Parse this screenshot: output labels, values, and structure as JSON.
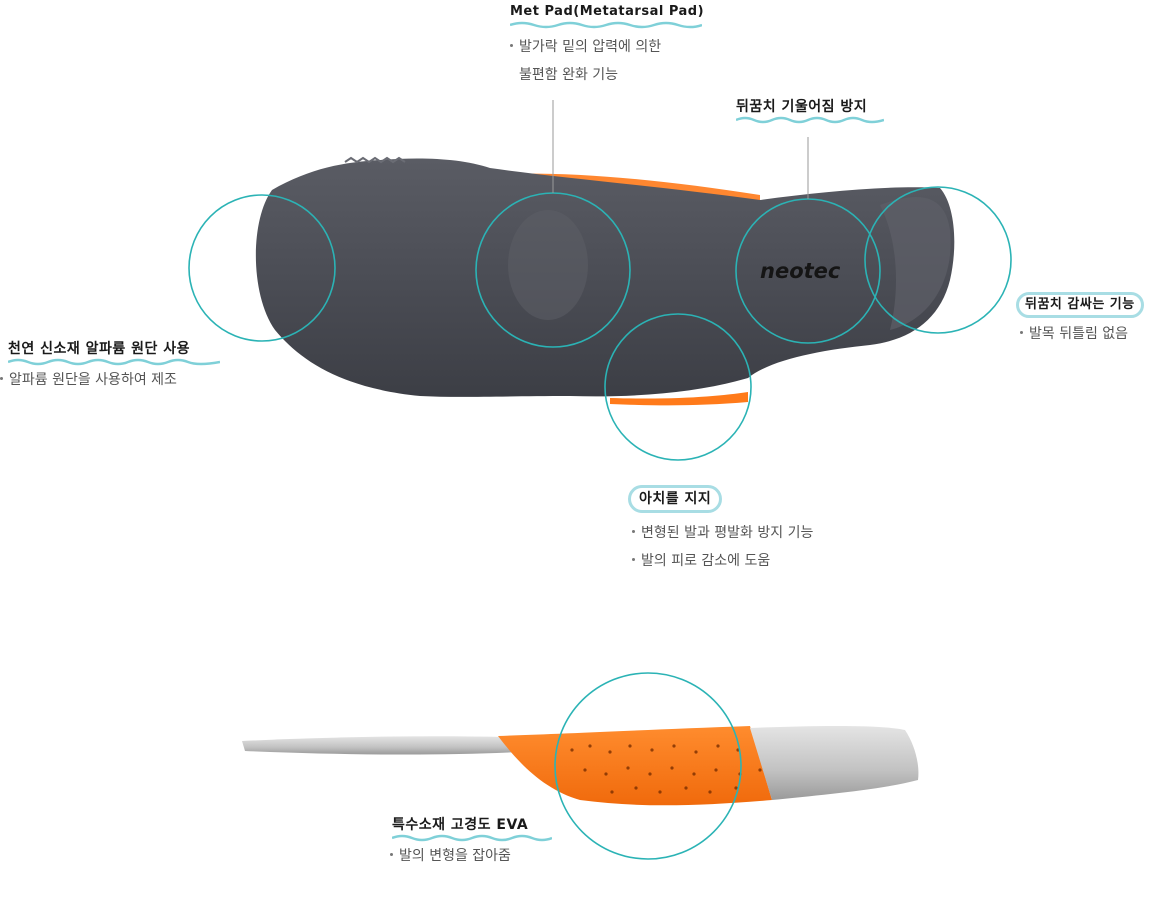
{
  "brand": {
    "logo_text": "neotec"
  },
  "colors": {
    "insole_grey": "#4e5058",
    "insole_dark": "#3d3f46",
    "accent_orange": "#ff7a1a",
    "callout_teal": "#2bb3b5",
    "wave_teal": "#7fd0d8",
    "shell_grey": "#c9c9c9"
  },
  "callouts": {
    "met_pad": {
      "title": "Met Pad(Metatarsal Pad)",
      "lines": [
        "발가락 밑의 압력에 의한",
        "불편함 완화 기능"
      ]
    },
    "heel_tilt": {
      "title": "뒤꿈치 기울어짐 방지"
    },
    "natural_material": {
      "title": "천연 신소재 알파륨 원단 사용",
      "lines": [
        "알파륨 원단을 사용하여 제조"
      ]
    },
    "heel_wrap": {
      "title": "뒤꿈치 감싸는 기능",
      "lines": [
        "발목 뒤틀림 없음"
      ]
    },
    "arch_support": {
      "title": "아치를 지지",
      "lines": [
        "변형된 발과 평발화 방지 기능",
        "발의 피로 감소에 도움"
      ]
    },
    "eva": {
      "title": "특수소재 고경도 EVA",
      "lines": [
        "발의 변형을 잡아줌"
      ]
    }
  }
}
